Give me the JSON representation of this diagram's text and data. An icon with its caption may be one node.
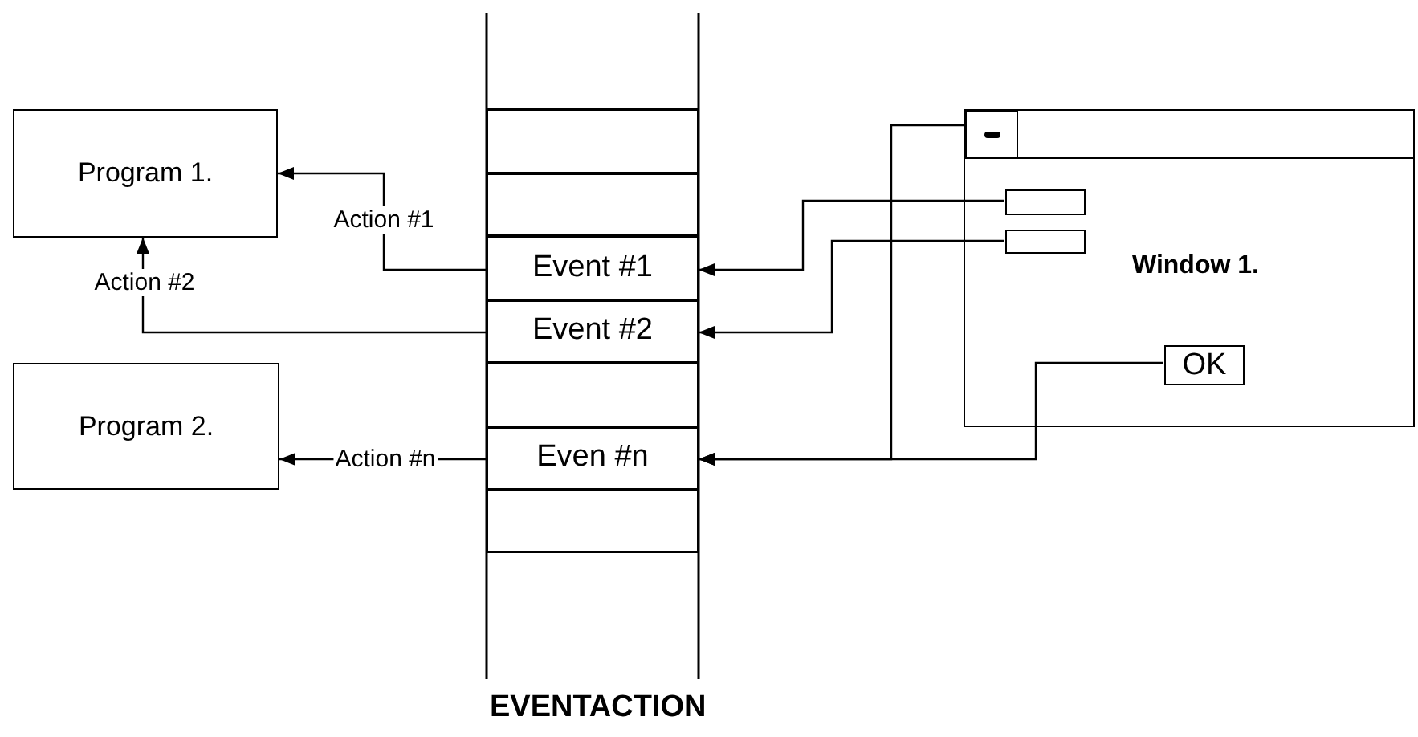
{
  "diagram": {
    "caption": "EVENTACTION",
    "nodes": [
      {
        "text": [
          "Program 1."
        ]
      },
      {
        "text": [
          "Program 2."
        ]
      },
      {
        "text": [],
        "shape": "box"
      },
      {
        "text": [],
        "shape": "box"
      },
      {
        "text": [
          "Event #1"
        ]
      },
      {
        "text": [
          "Event #2"
        ]
      },
      {
        "text": [],
        "shape": "box"
      },
      {
        "text": [
          "Even #n"
        ]
      },
      {
        "text": [],
        "shape": "box"
      },
      {
        "text": [
          "Window 1."
        ]
      },
      {
        "text": [],
        "shape": "box",
        "in": 9
      },
      {
        "text": [],
        "shape": "box",
        "in": 9
      },
      {
        "text": [],
        "shape": "box",
        "in": 9
      },
      {
        "text": [
          "OK"
        ],
        "in": 9
      }
    ],
    "edges": [
      {
        "from": 4,
        "to": 0,
        "arrow": "to",
        "label": "Action #1"
      },
      {
        "from": 5,
        "to": 0,
        "arrow": "to",
        "label": "Action #2"
      },
      {
        "from": 7,
        "to": 1,
        "arrow": "to",
        "label": "Action #n"
      },
      {
        "from": 10,
        "to": 7,
        "arrow": "to"
      },
      {
        "from": 11,
        "to": 4,
        "arrow": "to"
      },
      {
        "from": 12,
        "to": 5,
        "arrow": "to"
      },
      {
        "from": 13,
        "to": 7,
        "arrow": "to"
      }
    ]
  }
}
